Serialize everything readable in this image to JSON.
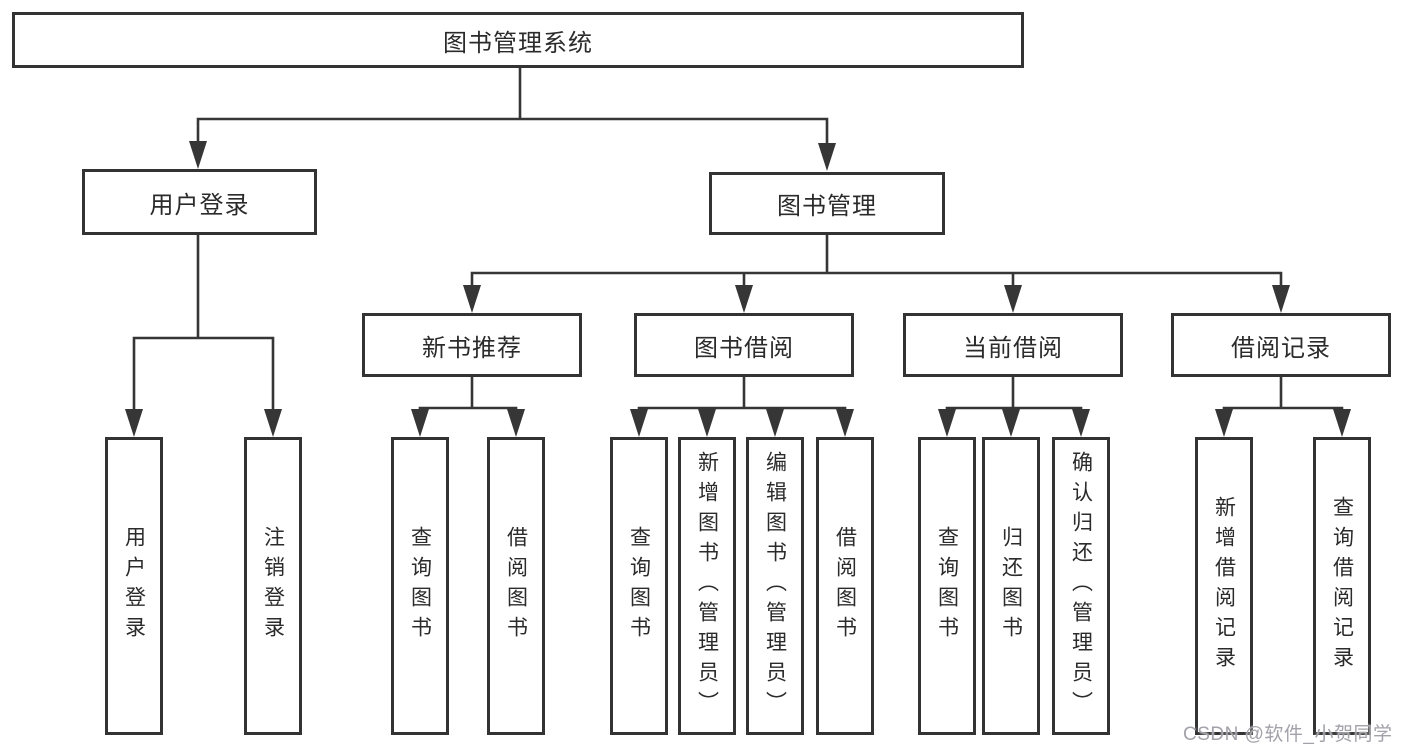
{
  "colors": {
    "line": "#363636",
    "box_border": "#333333",
    "text": "#2b2b2b",
    "watermark": "#a2a2aa",
    "background": "#ffffff"
  },
  "watermark": {
    "text": "CSDN @软件_小贺同学"
  },
  "tree": {
    "root": {
      "label": "图书管理系统"
    },
    "children": [
      {
        "label": "用户登录",
        "children": [
          {
            "label": "用户登录"
          },
          {
            "label": "注销登录"
          }
        ]
      },
      {
        "label": "图书管理",
        "children": [
          {
            "label": "新书推荐",
            "children": [
              {
                "label": "查询图书"
              },
              {
                "label": "借阅图书"
              }
            ]
          },
          {
            "label": "图书借阅",
            "children": [
              {
                "label": "查询图书"
              },
              {
                "label": "新增图书（管理员）"
              },
              {
                "label": "编辑图书（管理员）"
              },
              {
                "label": "借阅图书"
              }
            ]
          },
          {
            "label": "当前借阅",
            "children": [
              {
                "label": "查询图书"
              },
              {
                "label": "归还图书"
              },
              {
                "label": "确认归还（管理员）"
              }
            ]
          },
          {
            "label": "借阅记录",
            "children": [
              {
                "label": "新增借阅记录"
              },
              {
                "label": "查询借阅记录"
              }
            ]
          }
        ]
      }
    ]
  }
}
